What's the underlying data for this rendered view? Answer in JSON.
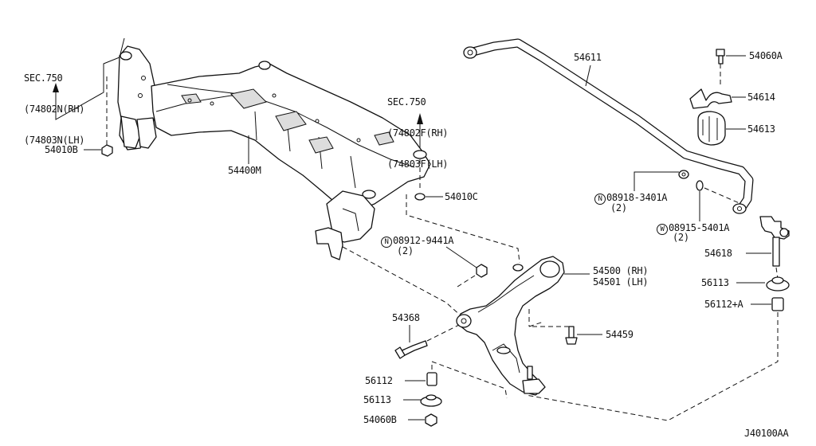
{
  "sec_left": {
    "line1": "SEC.750",
    "line2": "(74802N(RH)",
    "line3": "(74803N(LH)"
  },
  "sec_center": {
    "line1": "SEC.750",
    "line2": "(74802F(RH)",
    "line3": "(74803F(LH)"
  },
  "parts": {
    "p54010B": "54010B",
    "p54400M": "54400M",
    "p54010C": "54010C",
    "p08912": {
      "prefix": "N",
      "code": "08912-9441A",
      "qty": "(2)"
    },
    "p54611": "54611",
    "p54060A": "54060A",
    "p54614": "54614",
    "p54613": "54613",
    "p08918": {
      "prefix": "N",
      "code": "08918-3401A",
      "qty": "(2)"
    },
    "p08915": {
      "prefix": "W",
      "code": "08915-5401A",
      "qty": "(2)"
    },
    "p54618": "54618",
    "p54500": "54500 (RH)",
    "p54501": "54501 (LH)",
    "p56113_right": "56113",
    "p56112A": "56112+A",
    "p54368": "54368",
    "p54459": "54459",
    "p56112": "56112",
    "p56113_left": "56113",
    "p54060B": "54060B"
  },
  "diagram_id": "J40100AA"
}
